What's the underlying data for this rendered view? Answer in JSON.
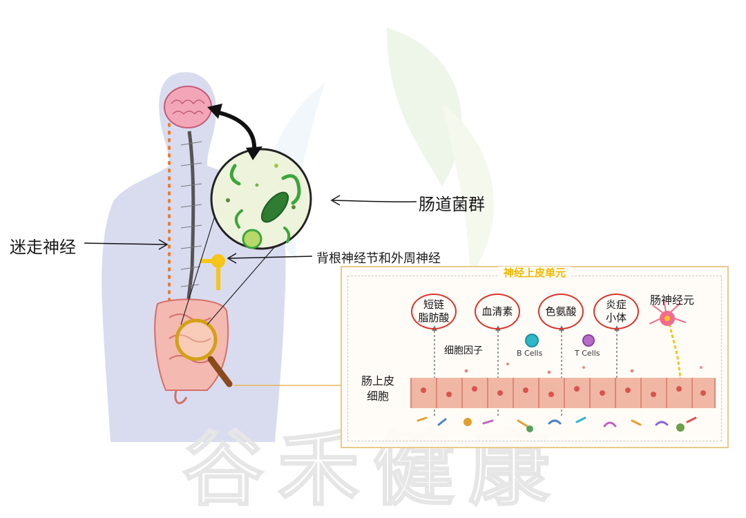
{
  "labels": {
    "microbiota": "肠道菌群",
    "vagus_nerve": "迷走神经",
    "drg": "背根神经节和外周神经",
    "panel_title": "神经上皮单元",
    "scfa_line1": "短链",
    "scfa_line2": "脂肪酸",
    "serotonin": "血清素",
    "tryptophan": "色氨酸",
    "inflam_line1": "炎症",
    "inflam_line2": "小体",
    "enteric_neuron": "肠神经元",
    "cytokines": "细胞因子",
    "b_cells": "B Cells",
    "t_cells": "T Cells",
    "epithelium_line1": "肠上皮",
    "epithelium_line2": "细胞"
  },
  "watermark": "谷禾健康",
  "colors": {
    "body_silhouette": "#d9dcef",
    "brain": "#f3a6b8",
    "vagus_dots": "#f07a2a",
    "drg_yellow": "#f5c518",
    "bubble_red": "#d9342b",
    "panel_border": "#e9c98a",
    "panel_title": "#f2b800",
    "epithelium": "#f1b7a5",
    "microbe_circle": "#eef3dc",
    "microbe_green": "#3aa63a"
  }
}
